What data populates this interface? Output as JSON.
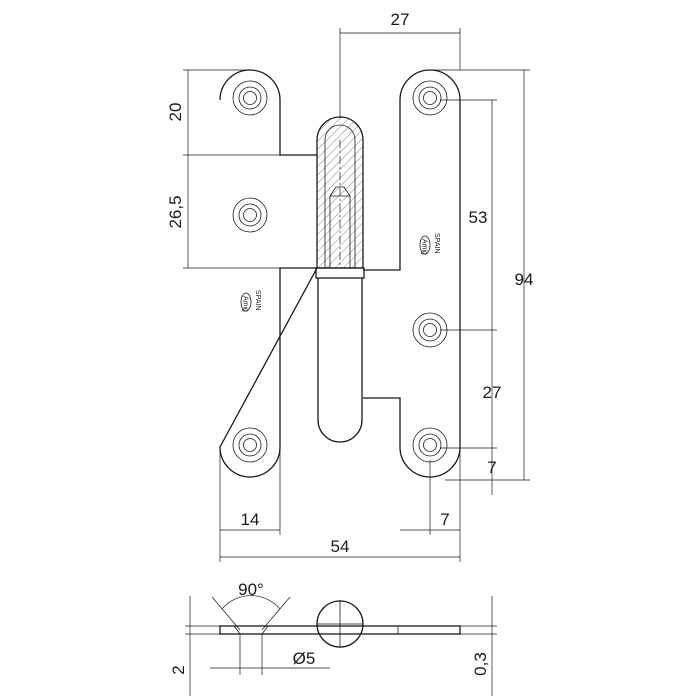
{
  "dimensions": {
    "top_pin_width": "27",
    "top_knuckle_height": "20",
    "hole_spacing_left": "26,5",
    "right_hole_spacing": "53",
    "overall_height": "94",
    "lower_spacing": "27",
    "bottom_offset": "7",
    "left_hole_offset": "14",
    "right_hole_offset": "7",
    "overall_width": "54",
    "countersink_angle": "90°",
    "hole_diameter": "Ø5",
    "thickness": "2",
    "gap": "0,3"
  },
  "markings": {
    "brand": "Amig",
    "country": "SPAIN"
  }
}
